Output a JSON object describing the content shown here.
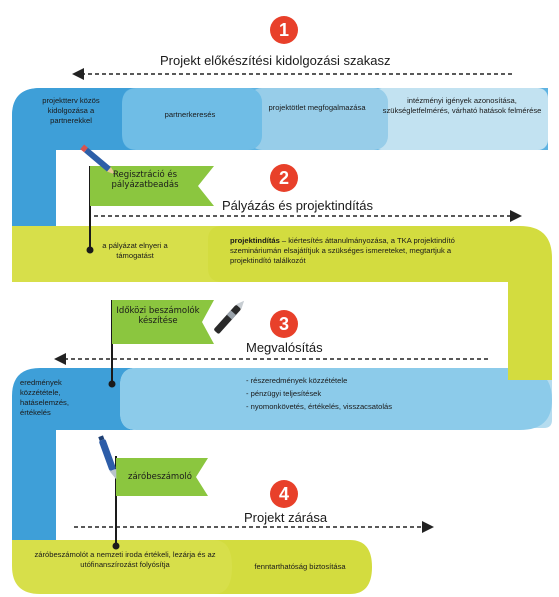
{
  "steps": [
    {
      "number": "1",
      "title": "Projekt előkészítési kidolgozási szakasz",
      "blocks": [
        "projektterv közös kidolgozása a partnerekkel",
        "partnerkeresés",
        "projektötlet megfogalmazása",
        "intézményi igények azonosítása, szükségletfelmérés, várható hatások felmérése"
      ]
    },
    {
      "number": "2",
      "title": "Pályázás és projektindítás",
      "flag": "Regisztráció és pályázatbeadás",
      "blocks": [
        "a pályázat elnyeri a támogatást"
      ],
      "detail_heading": "projektindítás",
      "detail_text": " – kiértesítés áttanulmányozása, a TKA projektindító szemináriumán elsajátítjuk a szükséges ismereteket, megtartjuk a projektindító találkozót"
    },
    {
      "number": "3",
      "title": "Megvalósítás",
      "flag": "Időközi beszámolók készítése",
      "blocks": [
        "eredmények közzététele, hatáselemzés, értékelés"
      ],
      "list": [
        "- részeredmények közzététele",
        "- pénzügyi teljesítések",
        "- nyomonkövetés, értékelés, visszacsatolás"
      ]
    },
    {
      "number": "4",
      "title": "Projekt zárása",
      "flag": "záróbeszámoló",
      "blocks": [
        "záróbeszámolót a nemzeti iroda értékeli, lezárja és az utófinanszírozást folyósítja",
        "fenntarthatóság biztosítása"
      ]
    }
  ],
  "colors": {
    "badge": "#e8402a",
    "blue_dark": "#3e9fd8",
    "blue_mid": "#5eb3e2",
    "blue_light": "#8ccbea",
    "blue_pale": "#b5dcef",
    "lime": "#d3dc3f",
    "flag_green": "#8bc63f"
  }
}
